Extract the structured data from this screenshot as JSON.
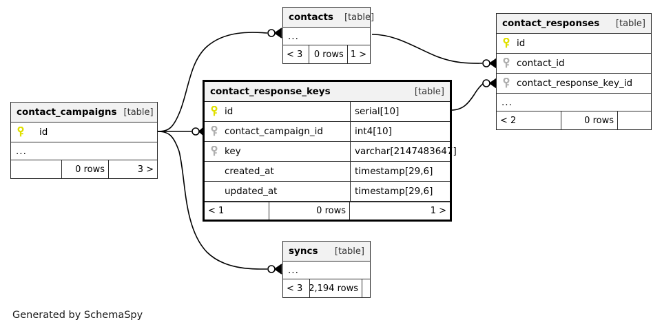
{
  "diagram": {
    "caption": "Generated by SchemaSpy",
    "kind_label": "[table]",
    "colors": {
      "primary_key": "#e8e800",
      "foreign_key": "#b0b0b0",
      "header_bg": "#f2f2f2",
      "border": "#2b2b2b",
      "background": "#ffffff"
    }
  },
  "tables": {
    "contact_campaigns": {
      "name": "contact_campaigns",
      "kind": "[table]",
      "columns": [
        {
          "name": "id",
          "key": "primary",
          "type": ""
        }
      ],
      "ellipsis": "...",
      "footer": [
        {
          "text": "",
          "align": "left"
        },
        {
          "text": "0 rows",
          "align": "right"
        },
        {
          "text": "3 >",
          "align": "right"
        }
      ]
    },
    "contacts": {
      "name": "contacts",
      "kind": "[table]",
      "columns": [],
      "ellipsis": "...",
      "footer": [
        {
          "text": "< 3",
          "align": "left"
        },
        {
          "text": "0 rows",
          "align": "right"
        },
        {
          "text": "1 >",
          "align": "right"
        }
      ]
    },
    "contact_responses": {
      "name": "contact_responses",
      "kind": "[table]",
      "columns": [
        {
          "name": "id",
          "key": "primary",
          "type": ""
        },
        {
          "name": "contact_id",
          "key": "foreign",
          "type": ""
        },
        {
          "name": "contact_response_key_id",
          "key": "foreign",
          "type": ""
        }
      ],
      "ellipsis": "...",
      "footer": [
        {
          "text": "< 2",
          "align": "left"
        },
        {
          "text": "0 rows",
          "align": "right"
        },
        {
          "text": "",
          "align": "right"
        }
      ]
    },
    "contact_response_keys": {
      "name": "contact_response_keys",
      "kind": "[table]",
      "columns": [
        {
          "name": "id",
          "key": "primary",
          "type": "serial[10]"
        },
        {
          "name": "contact_campaign_id",
          "key": "foreign",
          "type": "int4[10]"
        },
        {
          "name": "key",
          "key": "foreign",
          "type": "varchar[2147483647]"
        },
        {
          "name": "created_at",
          "key": "none",
          "type": "timestamp[29,6]"
        },
        {
          "name": "updated_at",
          "key": "none",
          "type": "timestamp[29,6]"
        }
      ],
      "footer": [
        {
          "text": "< 1",
          "align": "left"
        },
        {
          "text": "0 rows",
          "align": "right"
        },
        {
          "text": "1 >",
          "align": "right"
        }
      ]
    },
    "syncs": {
      "name": "syncs",
      "kind": "[table]",
      "columns": [],
      "ellipsis": "...",
      "footer": [
        {
          "text": "< 3",
          "align": "left"
        },
        {
          "text": "2,194 rows",
          "align": "right"
        },
        {
          "text": "",
          "align": "right"
        }
      ]
    }
  }
}
